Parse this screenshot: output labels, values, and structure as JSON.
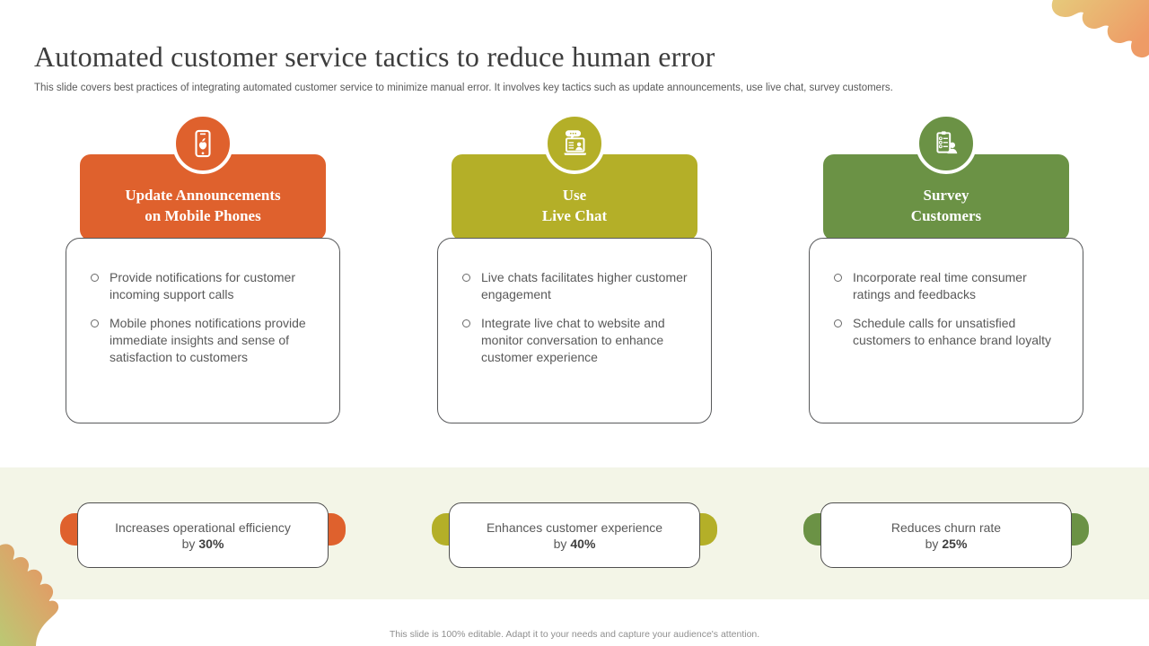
{
  "slide": {
    "title": "Automated customer service tactics to reduce human error",
    "subtitle": "This slide covers best practices of integrating automated customer service to minimize manual error. It involves key tactics such as update announcements, use live chat, survey customers.",
    "footer_note": "This slide is 100% editable. Adapt it to your needs and capture your audience's attention."
  },
  "colors": {
    "accent_orange": "#DF612D",
    "accent_olive": "#B4AF28",
    "accent_green": "#6B9245",
    "band_background": "#F3F5E7",
    "body_text": "#595959"
  },
  "icons": {
    "column_0": "mobile-phone-icon",
    "column_1": "live-chat-icon",
    "column_2": "survey-checklist-icon"
  },
  "columns": [
    {
      "id": "update-announcements",
      "accent_color": "#DF612D",
      "title_line1": "Update Announcements",
      "title_line2": "on Mobile Phones",
      "bullets": [
        "Provide notifications for customer incoming support calls",
        "Mobile phones notifications provide immediate insights and sense of satisfaction to customers"
      ],
      "stat_text": "Increases operational efficiency",
      "stat_by": "by",
      "stat_value": "30%"
    },
    {
      "id": "use-live-chat",
      "accent_color": "#B4AF28",
      "title_line1": "Use",
      "title_line2": "Live Chat",
      "bullets": [
        "Live chats facilitates higher customer engagement",
        "Integrate live chat to website and monitor conversation to enhance customer experience"
      ],
      "stat_text": "Enhances customer experience",
      "stat_by": "by",
      "stat_value": "40%"
    },
    {
      "id": "survey-customers",
      "accent_color": "#6B9245",
      "title_line1": "Survey",
      "title_line2": "Customers",
      "bullets": [
        "Incorporate real time consumer ratings and feedbacks",
        "Schedule calls for unsatisfied customers to enhance brand loyalty"
      ],
      "stat_text": "Reduces churn rate",
      "stat_by": "by",
      "stat_value": "25%"
    }
  ]
}
